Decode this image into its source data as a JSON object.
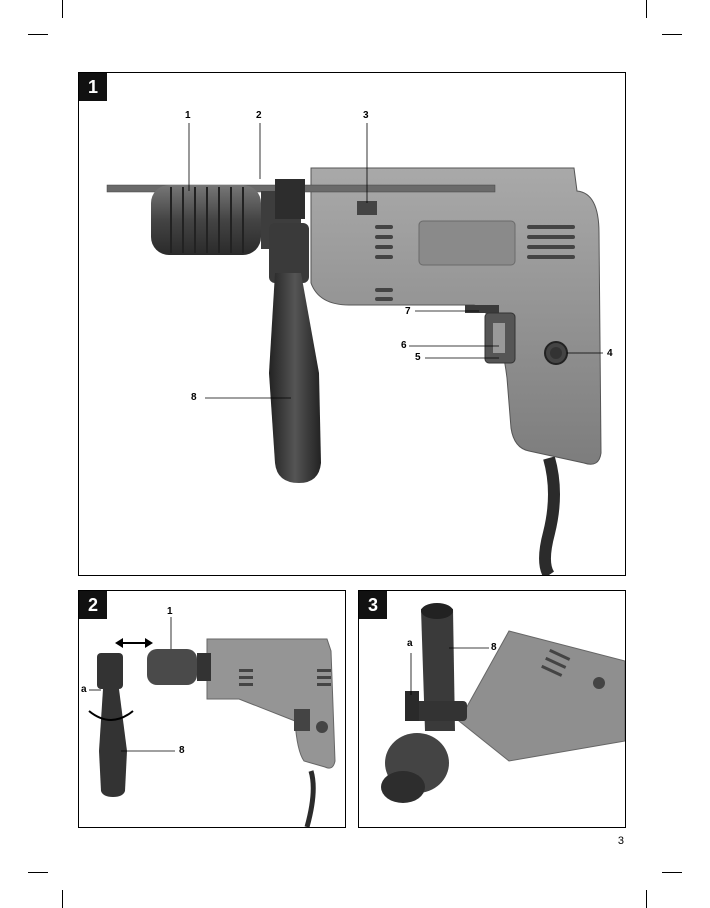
{
  "figures": [
    {
      "number": "1",
      "callouts": [
        "1",
        "2",
        "3",
        "4",
        "5",
        "6",
        "7",
        "8"
      ]
    },
    {
      "number": "2",
      "callouts": [
        "1",
        "a",
        "8"
      ]
    },
    {
      "number": "3",
      "callouts": [
        "a",
        "8"
      ]
    }
  ],
  "page_number": "3",
  "icons": [
    "drill-photo",
    "side-handle-photo",
    "double-arrow-icon",
    "curved-arrow-icon"
  ],
  "colors": {
    "drill_body": "#8f8f8f",
    "handle": "#3a3a3a",
    "chuck": "#555555"
  }
}
